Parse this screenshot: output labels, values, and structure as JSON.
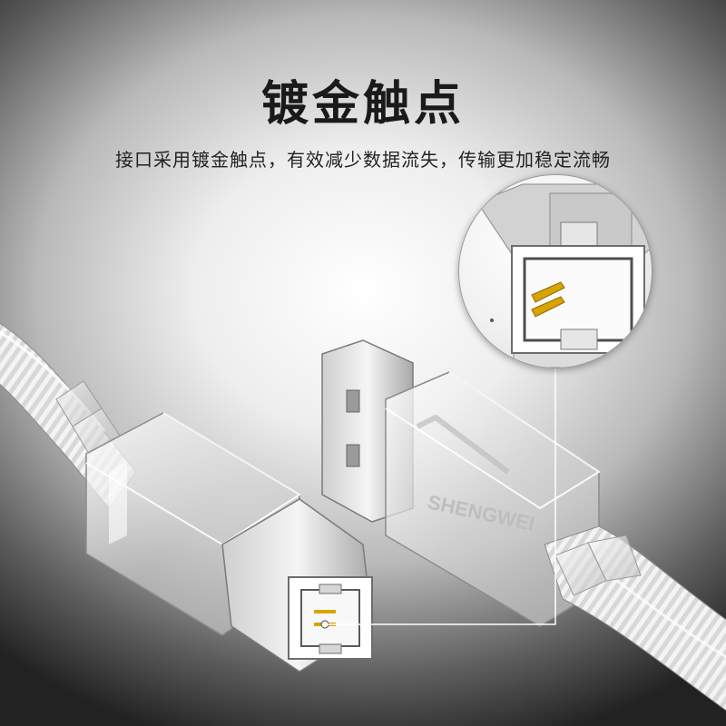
{
  "header": {
    "title": "镀金触点",
    "subtitle": "接口采用镀金触点，有效减少数据流失，传输更加稳定流畅"
  },
  "product": {
    "brand_mark": "SHENGWEI"
  },
  "colors": {
    "gold_contact": "#d9a400",
    "callout_line": "#ffffff"
  }
}
